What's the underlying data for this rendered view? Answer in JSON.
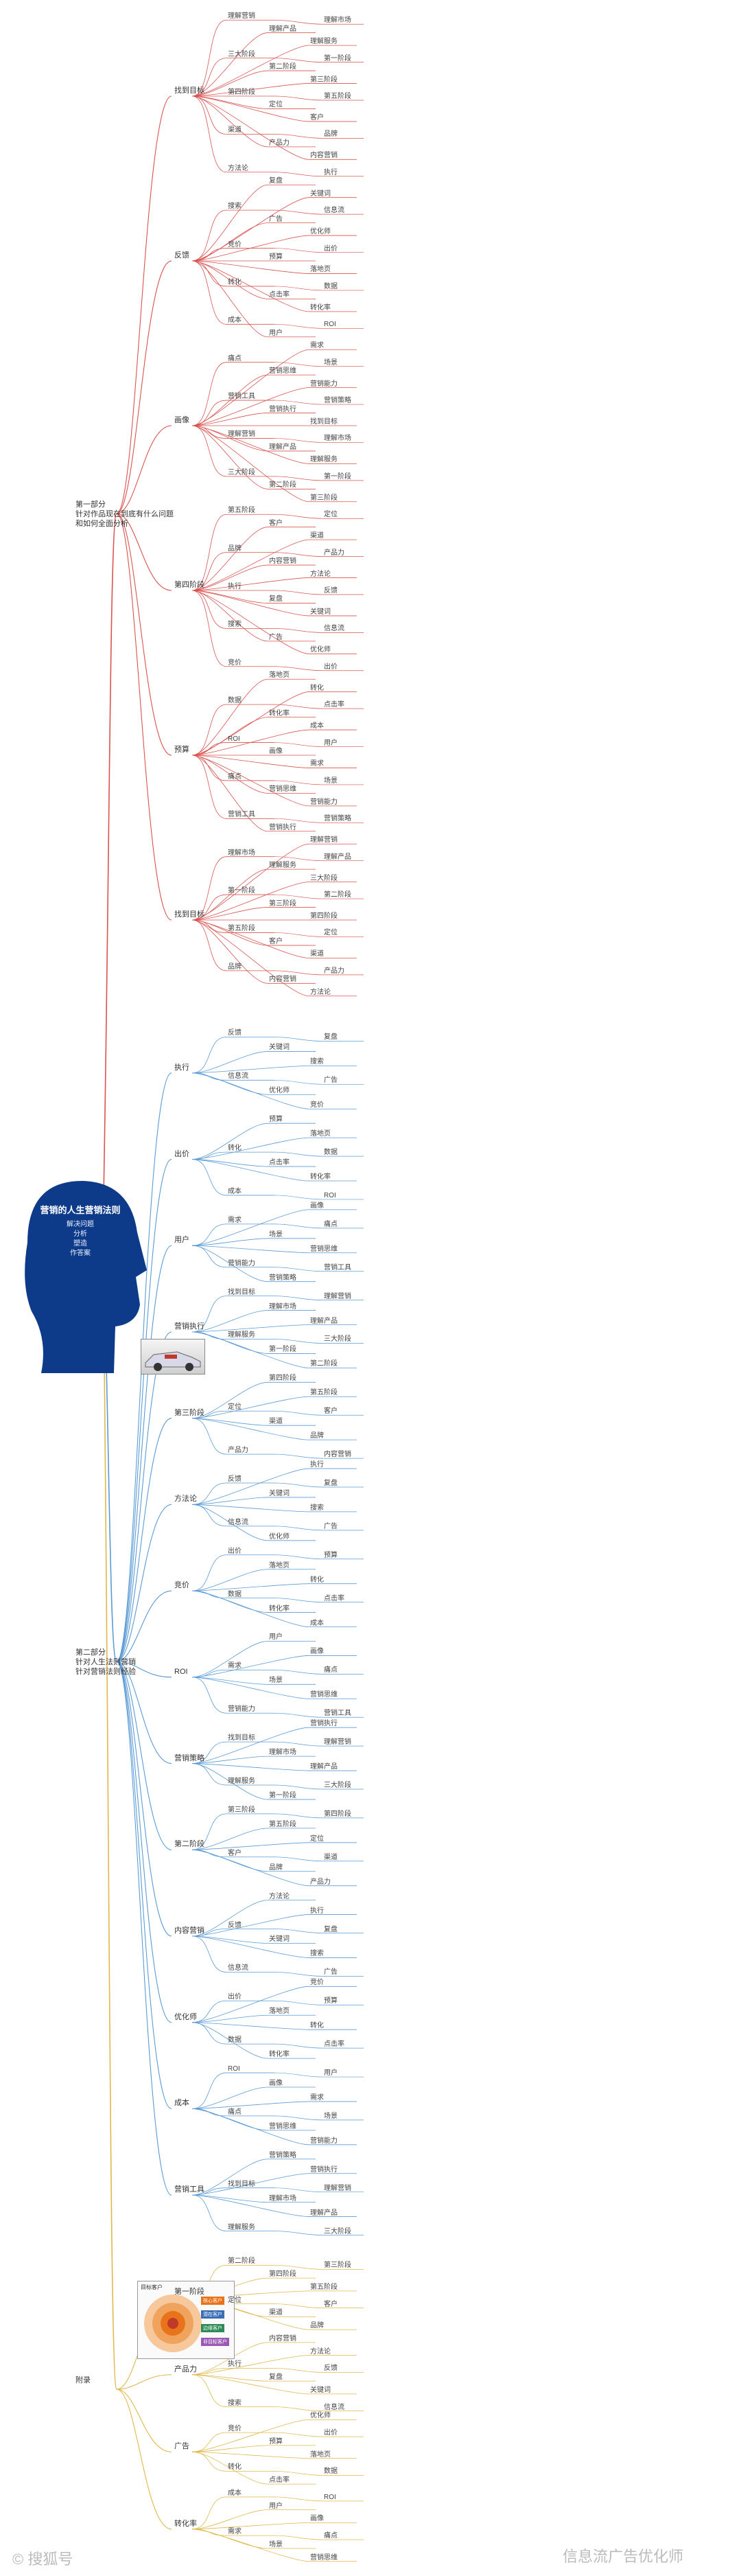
{
  "center": {
    "title": "营销的人生营销法则",
    "lines": [
      "解决问题",
      "分析",
      "塑造",
      "作答案"
    ]
  },
  "branches": [
    {
      "label": "第一部分\n针对作品现在到底有什么问题\n和如何全面分析",
      "color": "#d9534f"
    },
    {
      "label": "第二部分\n针对人生法则营销\n针对营销法则经验",
      "color": "#5b9bd5"
    },
    {
      "label": "附录",
      "color": "#e0b84a"
    }
  ],
  "nodes": [
    "找到目标",
    "理解营销",
    "理解市场",
    "理解产品",
    "理解服务",
    "三大阶段",
    "第一阶段",
    "第二阶段",
    "第三阶段",
    "第四阶段",
    "第五阶段",
    "定位",
    "客户",
    "渠道",
    "品牌",
    "产品力",
    "内容营销",
    "方法论",
    "执行",
    "反馈",
    "复盘",
    "关键词",
    "搜索",
    "信息流",
    "广告",
    "优化师",
    "竞价",
    "出价",
    "预算",
    "落地页",
    "转化",
    "数据",
    "点击率",
    "转化率",
    "成本",
    "ROI",
    "用户",
    "画像",
    "需求",
    "痛点",
    "场景",
    "营销思维",
    "营销能力",
    "营销工具",
    "营销策略",
    "营销执行"
  ],
  "inset": {
    "title": "目标客户",
    "legend": [
      "核心客户",
      "潜在客户",
      "边缘客户",
      "非目标客户"
    ],
    "colors": [
      "#e8731a",
      "#3a6fb7",
      "#2e8b57",
      "#9b59b6"
    ]
  },
  "watermark": {
    "left": "© 搜狐号",
    "right": "信息流广告优化师"
  }
}
